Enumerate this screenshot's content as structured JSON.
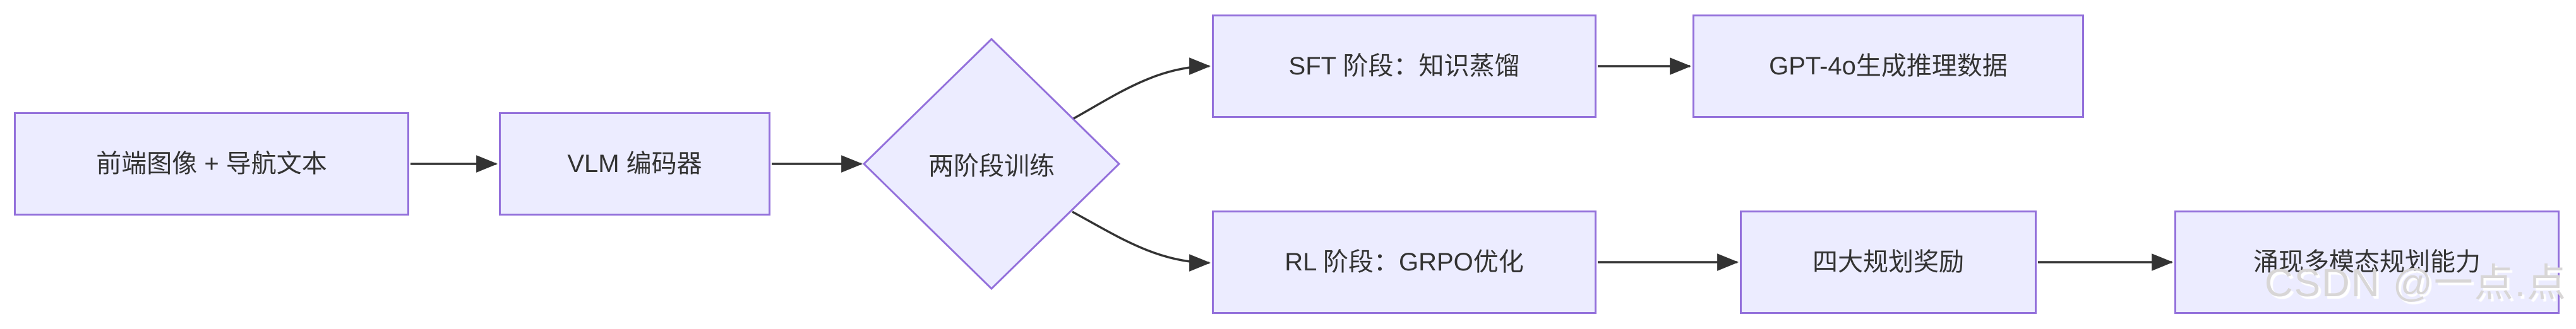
{
  "diagram": {
    "type": "flowchart",
    "direction": "left-to-right",
    "nodes": [
      {
        "id": "input",
        "shape": "rect",
        "label": "前端图像 + 导航文本"
      },
      {
        "id": "encoder",
        "shape": "rect",
        "label": "VLM 编码器"
      },
      {
        "id": "training",
        "shape": "diamond",
        "label": "两阶段训练"
      },
      {
        "id": "sft",
        "shape": "rect",
        "label": "SFT 阶段：知识蒸馏"
      },
      {
        "id": "gpt4o",
        "shape": "rect",
        "label": "GPT-4o生成推理数据"
      },
      {
        "id": "rl",
        "shape": "rect",
        "label": "RL 阶段：GRPO优化"
      },
      {
        "id": "rewards",
        "shape": "rect",
        "label": "四大规划奖励"
      },
      {
        "id": "emergent",
        "shape": "rect",
        "label": "涌现多模态规划能力"
      }
    ],
    "edges": [
      {
        "from": "input",
        "to": "encoder",
        "style": "straight-arrow"
      },
      {
        "from": "encoder",
        "to": "training",
        "style": "straight-arrow"
      },
      {
        "from": "training",
        "to": "sft",
        "style": "curved-arrow"
      },
      {
        "from": "training",
        "to": "rl",
        "style": "curved-arrow"
      },
      {
        "from": "sft",
        "to": "gpt4o",
        "style": "straight-arrow"
      },
      {
        "from": "rl",
        "to": "rewards",
        "style": "straight-arrow"
      },
      {
        "from": "rewards",
        "to": "emergent",
        "style": "straight-arrow"
      }
    ],
    "colors": {
      "node_fill": "#ECECFF",
      "node_border": "#9370DB",
      "edge": "#333333",
      "text": "#333333",
      "background": "#ffffff"
    }
  },
  "watermark": {
    "text": "CSDN @一点.点",
    "color": "#d8d6d6"
  }
}
